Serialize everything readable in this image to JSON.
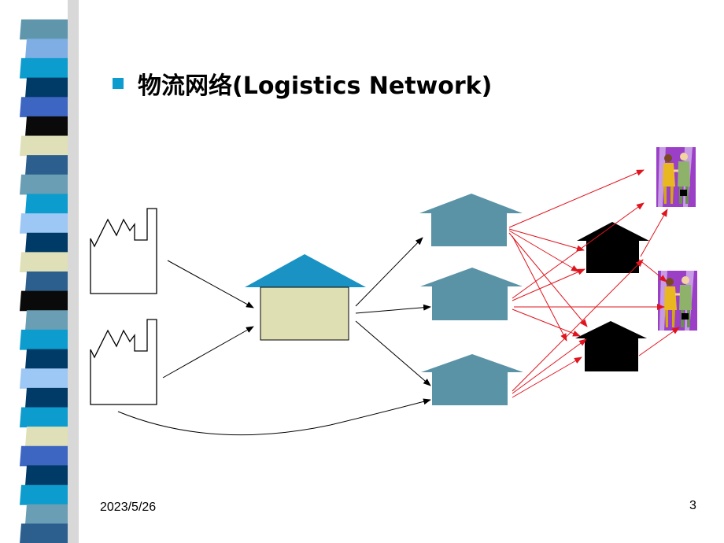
{
  "slide": {
    "title": "物流网络(Logistics Network)",
    "date": "2023/5/26",
    "page_number": "3"
  },
  "colors": {
    "bullet": "#0c9ccd",
    "central_dc_roof": "#1a93c4",
    "central_dc_body": "#dfdfb4",
    "regional_wh": "#5a92a6",
    "local_wh": "#000000",
    "flow_black": "#000000",
    "flow_red": "#e0141e"
  },
  "stripe_colors": [
    "#ffffff",
    "#5f96ac",
    "#7eaee3",
    "#0c9ccd",
    "#003a66",
    "#3d65c2",
    "#0a0a0a",
    "#dfe0b8",
    "#2c5f8e",
    "#6a9eb4",
    "#0c9ccd",
    "#9dc7f4",
    "#003a66",
    "#dfe0b8",
    "#2c5f8e",
    "#0a0a0a",
    "#6a9eb4",
    "#0c9ccd",
    "#003a66",
    "#9dc7f4",
    "#003a66",
    "#0c9ccd",
    "#dfe0b8",
    "#3d65c2",
    "#003a66",
    "#0c9ccd",
    "#6a9eb4",
    "#2c5f8e"
  ],
  "icons": {
    "factory": "factory-outline-icon",
    "warehouse": "warehouse-house-icon",
    "customer": "people-handshake-icon"
  }
}
